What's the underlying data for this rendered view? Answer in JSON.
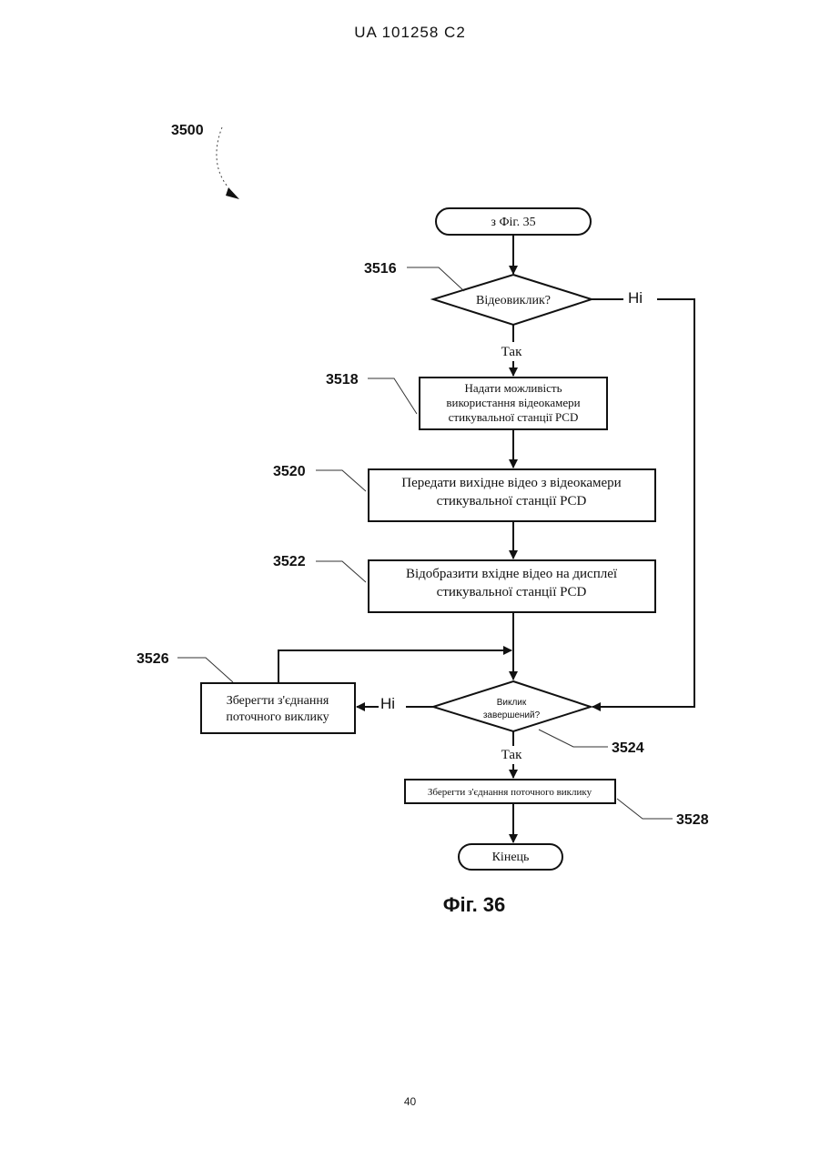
{
  "header": {
    "patent_id": "UA   101258   C2"
  },
  "figure": {
    "ref": "3500",
    "caption": "Фіг. 36",
    "start": "з Фіг. 35",
    "end": "Кінець",
    "steps": [
      {
        "ref": "3516",
        "lines": [
          "Відеовиклик?"
        ]
      },
      {
        "ref": "3518",
        "lines": [
          "Надати можливість",
          "використання відеокамери",
          "стикувальної станції PCD"
        ]
      },
      {
        "ref": "3520",
        "lines": [
          "Передати вихідне відео з відеокамери",
          "стикувальної станції PCD"
        ]
      },
      {
        "ref": "3522",
        "lines": [
          "Відобразити вхідне відео на дисплеї",
          "стикувальної станції PCD"
        ]
      },
      {
        "ref": "3524",
        "lines": [
          "Виклик",
          "завершений?"
        ]
      },
      {
        "ref": "3526",
        "lines": [
          "Зберегти з'єднання",
          "поточного виклику"
        ]
      },
      {
        "ref": "3528",
        "lines": [
          "Зберегти з'єднання поточного виклику"
        ]
      }
    ],
    "labels": {
      "yes": "Так",
      "no": "Ні"
    }
  },
  "page_number": "40"
}
